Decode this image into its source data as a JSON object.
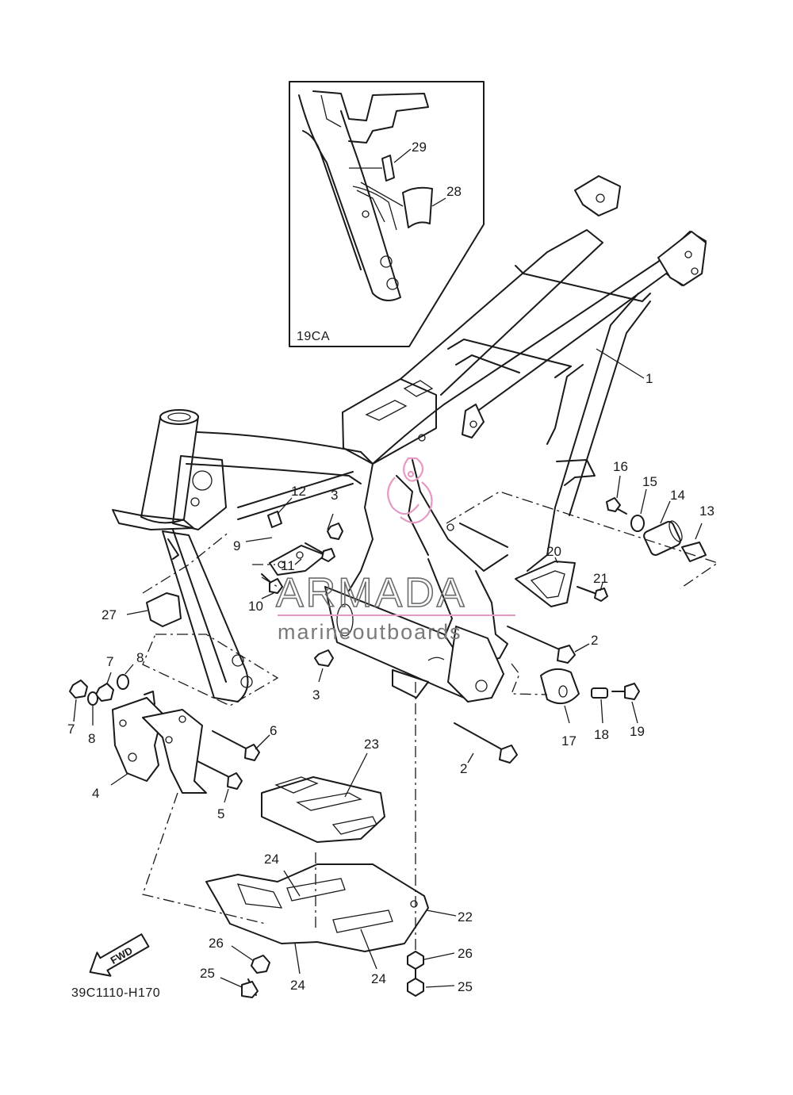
{
  "inset": {
    "label": "19CA"
  },
  "diagram_code": "39C1110-H170",
  "fwd_label": "FWD",
  "watermark": {
    "brand": "ARMADA",
    "tagline": "marineoutboards",
    "accent_color": "#e49ac3"
  },
  "callouts": {
    "c1": "1",
    "c2a": "2",
    "c2b": "2",
    "c3a": "3",
    "c3b": "3",
    "c4": "4",
    "c5": "5",
    "c6": "6",
    "c7a": "7",
    "c7b": "7",
    "c8a": "8",
    "c8b": "8",
    "c9": "9",
    "c10": "10",
    "c11": "11",
    "c12": "12",
    "c13": "13",
    "c14": "14",
    "c15": "15",
    "c16": "16",
    "c17": "17",
    "c18": "18",
    "c19": "19",
    "c20": "20",
    "c21": "21",
    "c22": "22",
    "c23": "23",
    "c24a": "24",
    "c24b": "24",
    "c24c": "24",
    "c25a": "25",
    "c25b": "25",
    "c26a": "26",
    "c26b": "26",
    "c27": "27",
    "c28": "28",
    "c29": "29"
  }
}
